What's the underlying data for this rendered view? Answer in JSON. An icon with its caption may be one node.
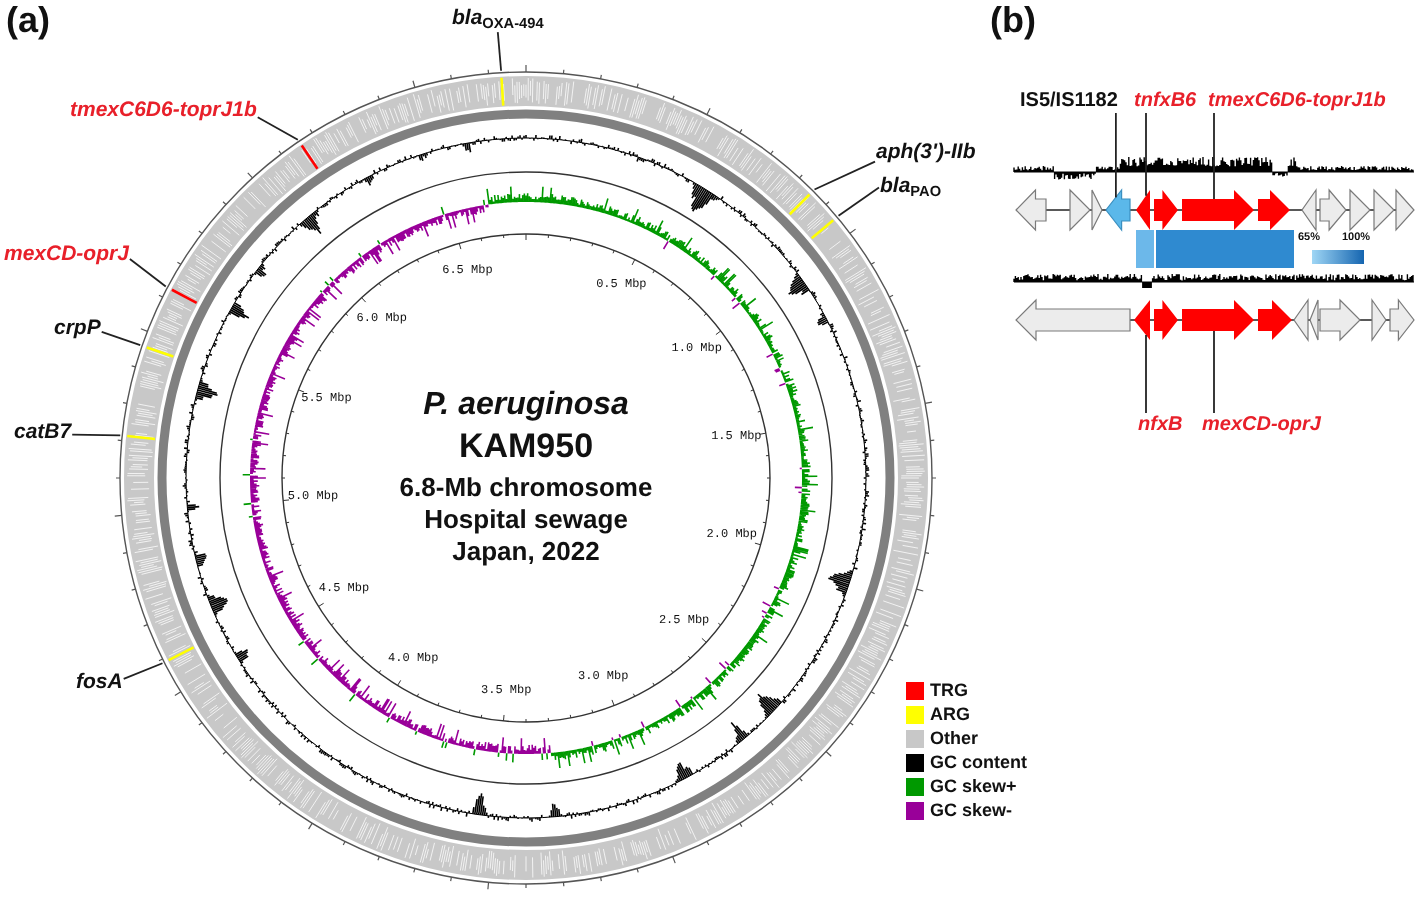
{
  "diagram": {
    "nodes": [
      {
        "text": [
          "*bla*$_{OXA-494}$"
        ]
      },
      {
        "text": [
          "tmexC6D6-toprJ1b"
        ]
      },
      {
        "text": [
          "aph(3')-IIb"
        ]
      },
      {
        "text": [
          "*bla*$_{PAO}$"
        ]
      },
      {
        "text": [
          "mexCD-oprJ"
        ]
      },
      {
        "text": [
          "crpP"
        ]
      },
      {
        "text": [
          "catB7"
        ]
      },
      {
        "text": [
          "fosA"
        ]
      },
      {
        "text": [
          "IS5/IS1182"
        ]
      },
      {
        "text": [
          "tnfxB6"
        ]
      },
      {
        "text": [
          "tmexC6D6-toprJ1b"
        ]
      },
      {
        "text": [
          "nfxB"
        ]
      },
      {
        "text": [
          "mexCD-oprJ"
        ]
      },
      {
        "text": [],
        "shape": "pentagon"
      },
      {
        "text": [],
        "shape": "triangle"
      },
      {
        "text": [],
        "shape": "triangle"
      },
      {
        "text": [],
        "shape": "pentagon"
      },
      {
        "text": [],
        "shape": "triangle"
      },
      {
        "text": [],
        "shape": "pentagon"
      },
      {
        "text": [],
        "shape": "pentagon"
      },
      {
        "text": [],
        "shape": "pentagon"
      },
      {
        "text": [],
        "shape": "triangle"
      },
      {
        "text": [],
        "shape": "pentagon"
      },
      {
        "text": [],
        "shape": "triangle"
      },
      {
        "text": [],
        "shape": "triangle"
      },
      {
        "text": [],
        "shape": "triangle"
      },
      {
        "text": [],
        "shape": "pentagon"
      },
      {
        "text": [],
        "shape": "triangle"
      },
      {
        "text": [],
        "shape": "pentagon"
      },
      {
        "text": [],
        "shape": "pentagon"
      },
      {
        "text": [],
        "shape": "pentagon"
      },
      {
        "text": [],
        "shape": "triangle"
      },
      {
        "text": [],
        "shape": "triangle"
      },
      {
        "text": [],
        "shape": "pentagon"
      },
      {
        "text": [],
        "shape": "triangle"
      },
      {
        "text": [],
        "shape": "pentagon"
      }
    ],
    "edges": [
      {
        "from": 0,
        "to": null,
        "arrow": "none"
      },
      {
        "from": 1,
        "to": null,
        "arrow": "none"
      },
      {
        "from": 2,
        "to": null,
        "arrow": "none"
      },
      {
        "from": 3,
        "to": null,
        "arrow": "none"
      },
      {
        "from": 4,
        "to": null,
        "arrow": "none"
      },
      {
        "from": 5,
        "to": null,
        "arrow": "none"
      },
      {
        "from": 6,
        "to": null,
        "arrow": "none"
      },
      {
        "from": 7,
        "to": null,
        "arrow": "none"
      },
      {
        "from": 8,
        "to": 16,
        "arrow": "none"
      },
      {
        "from": 9,
        "to": 17,
        "arrow": "none"
      },
      {
        "from": 10,
        "to": 19,
        "arrow": "none"
      },
      {
        "from": 11,
        "to": 27,
        "arrow": "none"
      },
      {
        "from": 12,
        "to": 29,
        "arrow": "none"
      }
    ],
    "labels": [
      "(a)",
      "(b)",
      "P. aeruginosa",
      "KAM950",
      "6.8-Mb chromosome",
      "Hospital sewage",
      "Japan, 2022",
      "0.5 Mbp",
      "1.0 Mbp",
      "1.5 Mbp",
      "2.0 Mbp",
      "2.5 Mbp",
      "3.0 Mbp",
      "3.5 Mbp",
      "4.0 Mbp",
      "4.5 Mbp",
      "5.0 Mbp",
      "5.5 Mbp",
      "6.0 Mbp",
      "6.5 Mbp",
      "65%",
      "100%"
    ],
    "legend": [
      {
        "text": "TRG",
        "color": "#ff0000"
      },
      {
        "text": "ARG",
        "color": "#ffff00"
      },
      {
        "text": "Other",
        "color": "#c8c8c8"
      },
      {
        "text": "GC content",
        "color": "#000000"
      },
      {
        "text": "GC skew+",
        "color": "#009900"
      },
      {
        "text": "GC skew-",
        "color": "#990099"
      }
    ]
  }
}
